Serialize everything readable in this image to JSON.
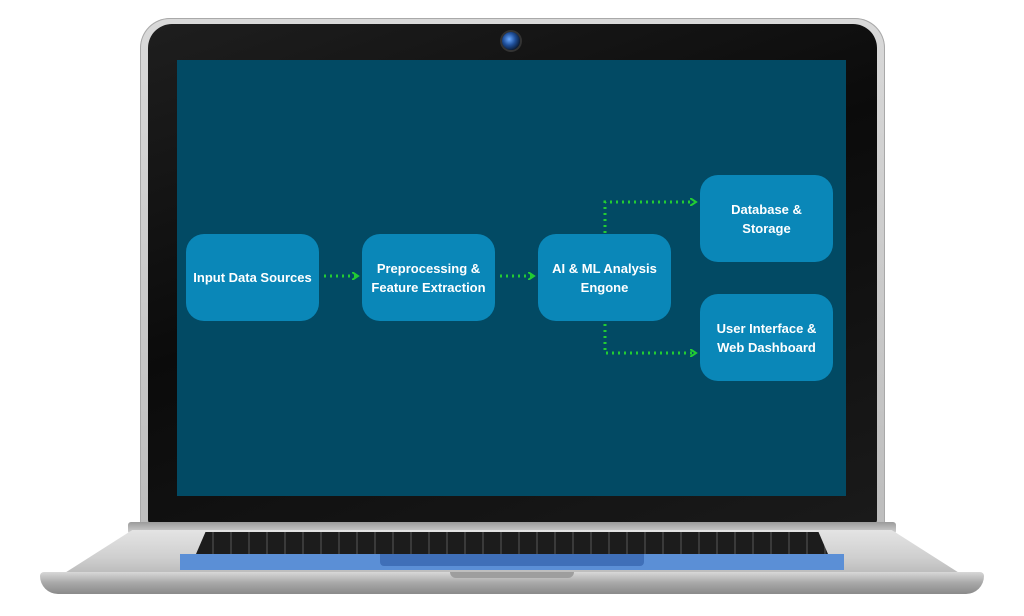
{
  "colors": {
    "screen_bg": "#024a64",
    "node_fill": "#0a87b8",
    "arrow": "#22cc33",
    "node_text": "#ffffff"
  },
  "diagram": {
    "nodes": [
      {
        "id": "input",
        "label": "Input Data Sources"
      },
      {
        "id": "preprocess",
        "label": "Preprocessing & Feature Extraction"
      },
      {
        "id": "ai",
        "label": "AI & ML Analysis Engone"
      },
      {
        "id": "db",
        "label": "Database & Storage"
      },
      {
        "id": "ui",
        "label": "User Interface & Web Dashboard"
      }
    ],
    "edges": [
      {
        "from": "input",
        "to": "preprocess",
        "style": "dotted-arrow"
      },
      {
        "from": "preprocess",
        "to": "ai",
        "style": "dotted-arrow"
      },
      {
        "from": "ai",
        "to": "db",
        "style": "dotted-arrow"
      },
      {
        "from": "ai",
        "to": "ui",
        "style": "dotted-arrow"
      }
    ]
  }
}
